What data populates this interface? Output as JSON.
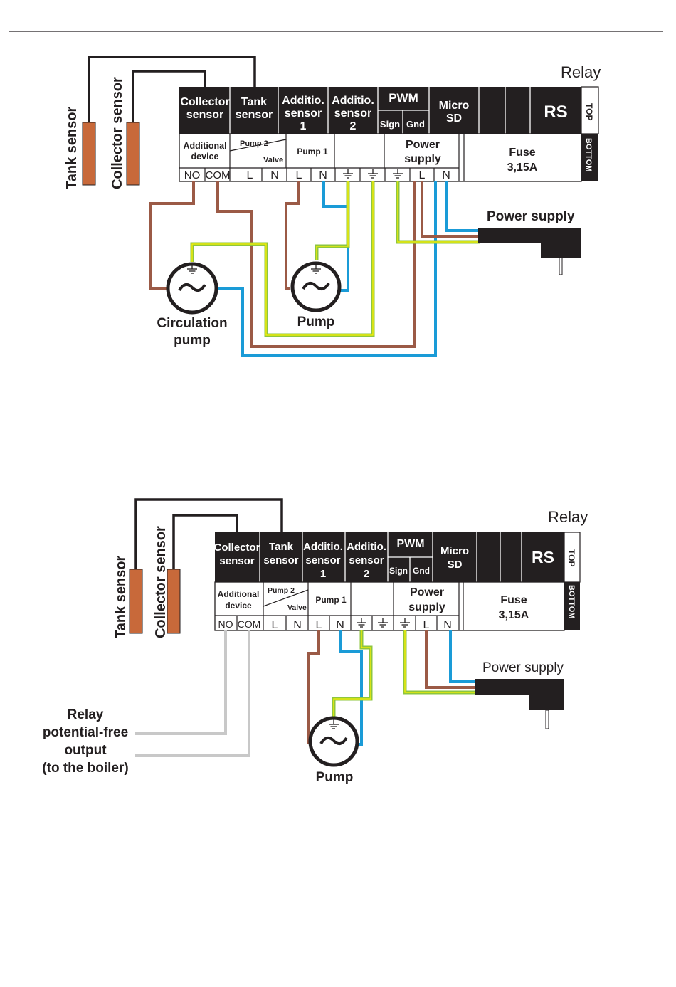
{
  "diagrams": [
    {
      "relay_label": "Relay",
      "header": {
        "collector_1": "Collector",
        "collector_2": "sensor",
        "tank_1": "Tank",
        "tank_2": "sensor",
        "add1_1": "Additio.",
        "add1_2": "sensor",
        "add1_3": "1",
        "add2_1": "Additio.",
        "add2_2": "sensor",
        "add2_3": "2",
        "pwm": "PWM",
        "sign": "Sign",
        "gnd": "Gnd",
        "micro_1": "Micro",
        "micro_2": "SD",
        "rs": "RS",
        "top": "TOP"
      },
      "bottom": {
        "additional_1": "Additional",
        "additional_2": "device",
        "pump2": "Pump 2",
        "valve": "Valve",
        "pump1": "Pump 1",
        "power_1": "Power",
        "power_2": "supply",
        "fuse_1": "Fuse",
        "fuse_2": "3,15A",
        "bottom": "BOTTOM"
      },
      "terminals": {
        "no": "NO",
        "com": "COM",
        "l1": "L",
        "n1": "N",
        "l2": "L",
        "n2": "N",
        "l3": "L",
        "n3": "N"
      },
      "sensors": {
        "tank": "Tank sensor",
        "collector": "Collector sensor"
      },
      "power_supply": "Power supply",
      "circ_pump_1": "Circulation",
      "circ_pump_2": "pump",
      "pump": "Pump"
    },
    {
      "relay_label": "Relay",
      "header": {
        "collector_1": "Collector",
        "collector_2": "sensor",
        "tank_1": "Tank",
        "tank_2": "sensor",
        "add1_1": "Additio.",
        "add1_2": "sensor",
        "add1_3": "1",
        "add2_1": "Additio.",
        "add2_2": "sensor",
        "add2_3": "2",
        "pwm": "PWM",
        "sign": "Sign",
        "gnd": "Gnd",
        "micro_1": "Micro",
        "micro_2": "SD",
        "rs": "RS",
        "top": "TOP"
      },
      "bottom": {
        "additional_1": "Additional",
        "additional_2": "device",
        "pump2": "Pump 2",
        "valve": "Valve",
        "pump1": "Pump 1",
        "power_1": "Power",
        "power_2": "supply",
        "fuse_1": "Fuse",
        "fuse_2": "3,15A",
        "bottom": "BOTTOM"
      },
      "terminals": {
        "no": "NO",
        "com": "COM",
        "l1": "L",
        "n1": "N",
        "l2": "L",
        "n2": "N",
        "l3": "L",
        "n3": "N"
      },
      "sensors": {
        "tank": "Tank sensor",
        "collector": "Collector sensor"
      },
      "power_supply": "Power supply",
      "relay_output_1": "Relay",
      "relay_output_2": "potential-free",
      "relay_output_3": "output",
      "relay_output_4": "(to the boiler)",
      "pump": "Pump"
    }
  ],
  "colors": {
    "brown": "#9b5a46",
    "blue": "#1a9bd7",
    "green": "#8dc63f",
    "yellow": "#fff200",
    "gray": "#c8c8c8",
    "sensor": "#c8693a",
    "dark": "#231f20"
  }
}
